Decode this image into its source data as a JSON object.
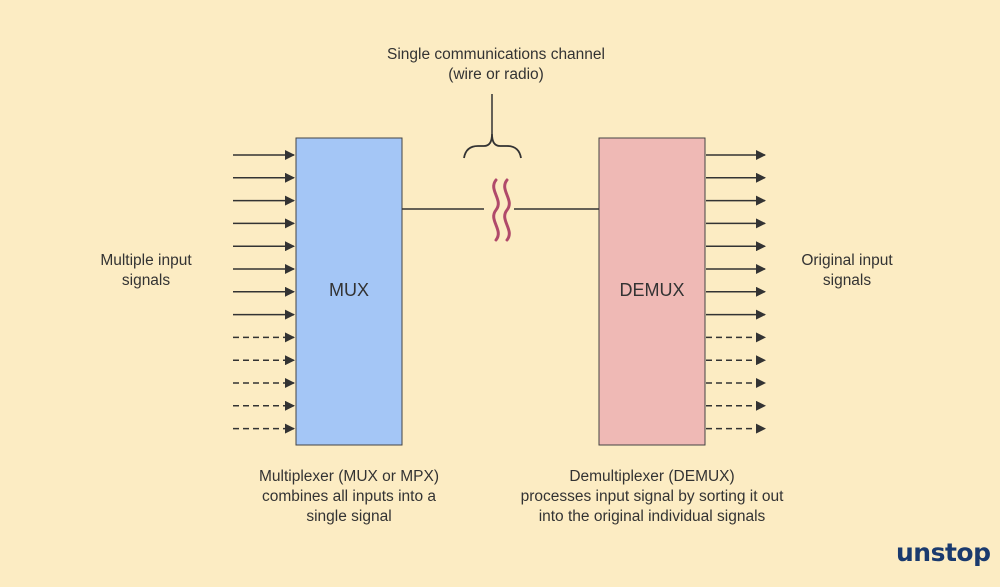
{
  "channel_label": [
    "Single communications channel",
    "(wire or radio)"
  ],
  "inputs_label": [
    "Multiple input",
    "signals"
  ],
  "outputs_label": [
    "Original input",
    "signals"
  ],
  "mux": {
    "label": "MUX",
    "color": "#a4c6f6"
  },
  "demux": {
    "label": "DEMUX",
    "color": "#efb9b5"
  },
  "mux_caption": [
    "Multiplexer (MUX or MPX)",
    "combines all inputs into a",
    "single signal"
  ],
  "demux_caption": [
    "Demultiplexer (DEMUX)",
    "processes input signal by sorting it out",
    "into the original individual signals"
  ],
  "signal_color": "#b04a6a",
  "background": "#fcecc3",
  "brand": {
    "text": "unstop",
    "color": "#1a3a6e"
  },
  "solid_arrow_count": 8,
  "dashed_arrow_count": 5
}
